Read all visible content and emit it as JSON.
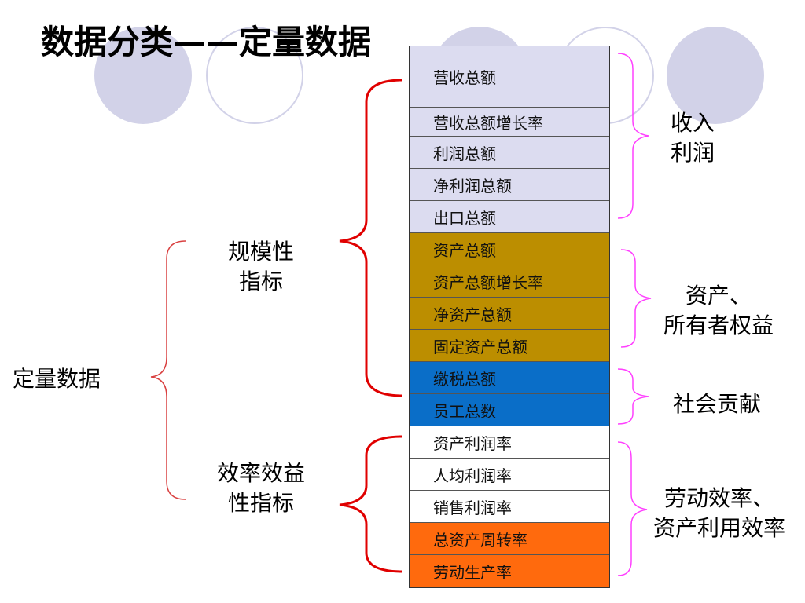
{
  "title": "数据分类——定量数据",
  "root_label": "定量数据",
  "groups": [
    {
      "label": "规模性\n指标"
    },
    {
      "label": "效率效益\n性指标"
    }
  ],
  "rows": [
    {
      "text": "营收总额",
      "color": "#dcdcf0"
    },
    {
      "text": "营收总额增长率",
      "color": "#dcdcf0"
    },
    {
      "text": "利润总额",
      "color": "#dcdcf0"
    },
    {
      "text": "净利润总额",
      "color": "#dcdcf0"
    },
    {
      "text": "出口总额",
      "color": "#dcdcf0"
    },
    {
      "text": "资产总额",
      "color": "#bc8e00"
    },
    {
      "text": "资产总额增长率",
      "color": "#bc8e00"
    },
    {
      "text": "净资产总额",
      "color": "#bc8e00"
    },
    {
      "text": "固定资产总额",
      "color": "#bc8e00"
    },
    {
      "text": "缴税总额",
      "color": "#0a6ec8"
    },
    {
      "text": "员工总数",
      "color": "#0a6ec8"
    },
    {
      "text": "资产利润率",
      "color": "#ffffff"
    },
    {
      "text": "人均利润率",
      "color": "#ffffff"
    },
    {
      "text": "销售利润率",
      "color": "#ffffff"
    },
    {
      "text": "总资产周转率",
      "color": "#ff6a0d"
    },
    {
      "text": "劳动生产率",
      "color": "#ff6a0d"
    }
  ],
  "categories": [
    {
      "label": "收入\n利润"
    },
    {
      "label": "资产、\n所有者权益"
    },
    {
      "label": "社会贡献"
    },
    {
      "label": "劳动效率、\n资产利用效率"
    }
  ],
  "colors": {
    "decor_circle": "#d2d2e8",
    "red_brace": "#e00000",
    "pink_brace": "#ff40ff",
    "outer_brace": "#d94040"
  }
}
